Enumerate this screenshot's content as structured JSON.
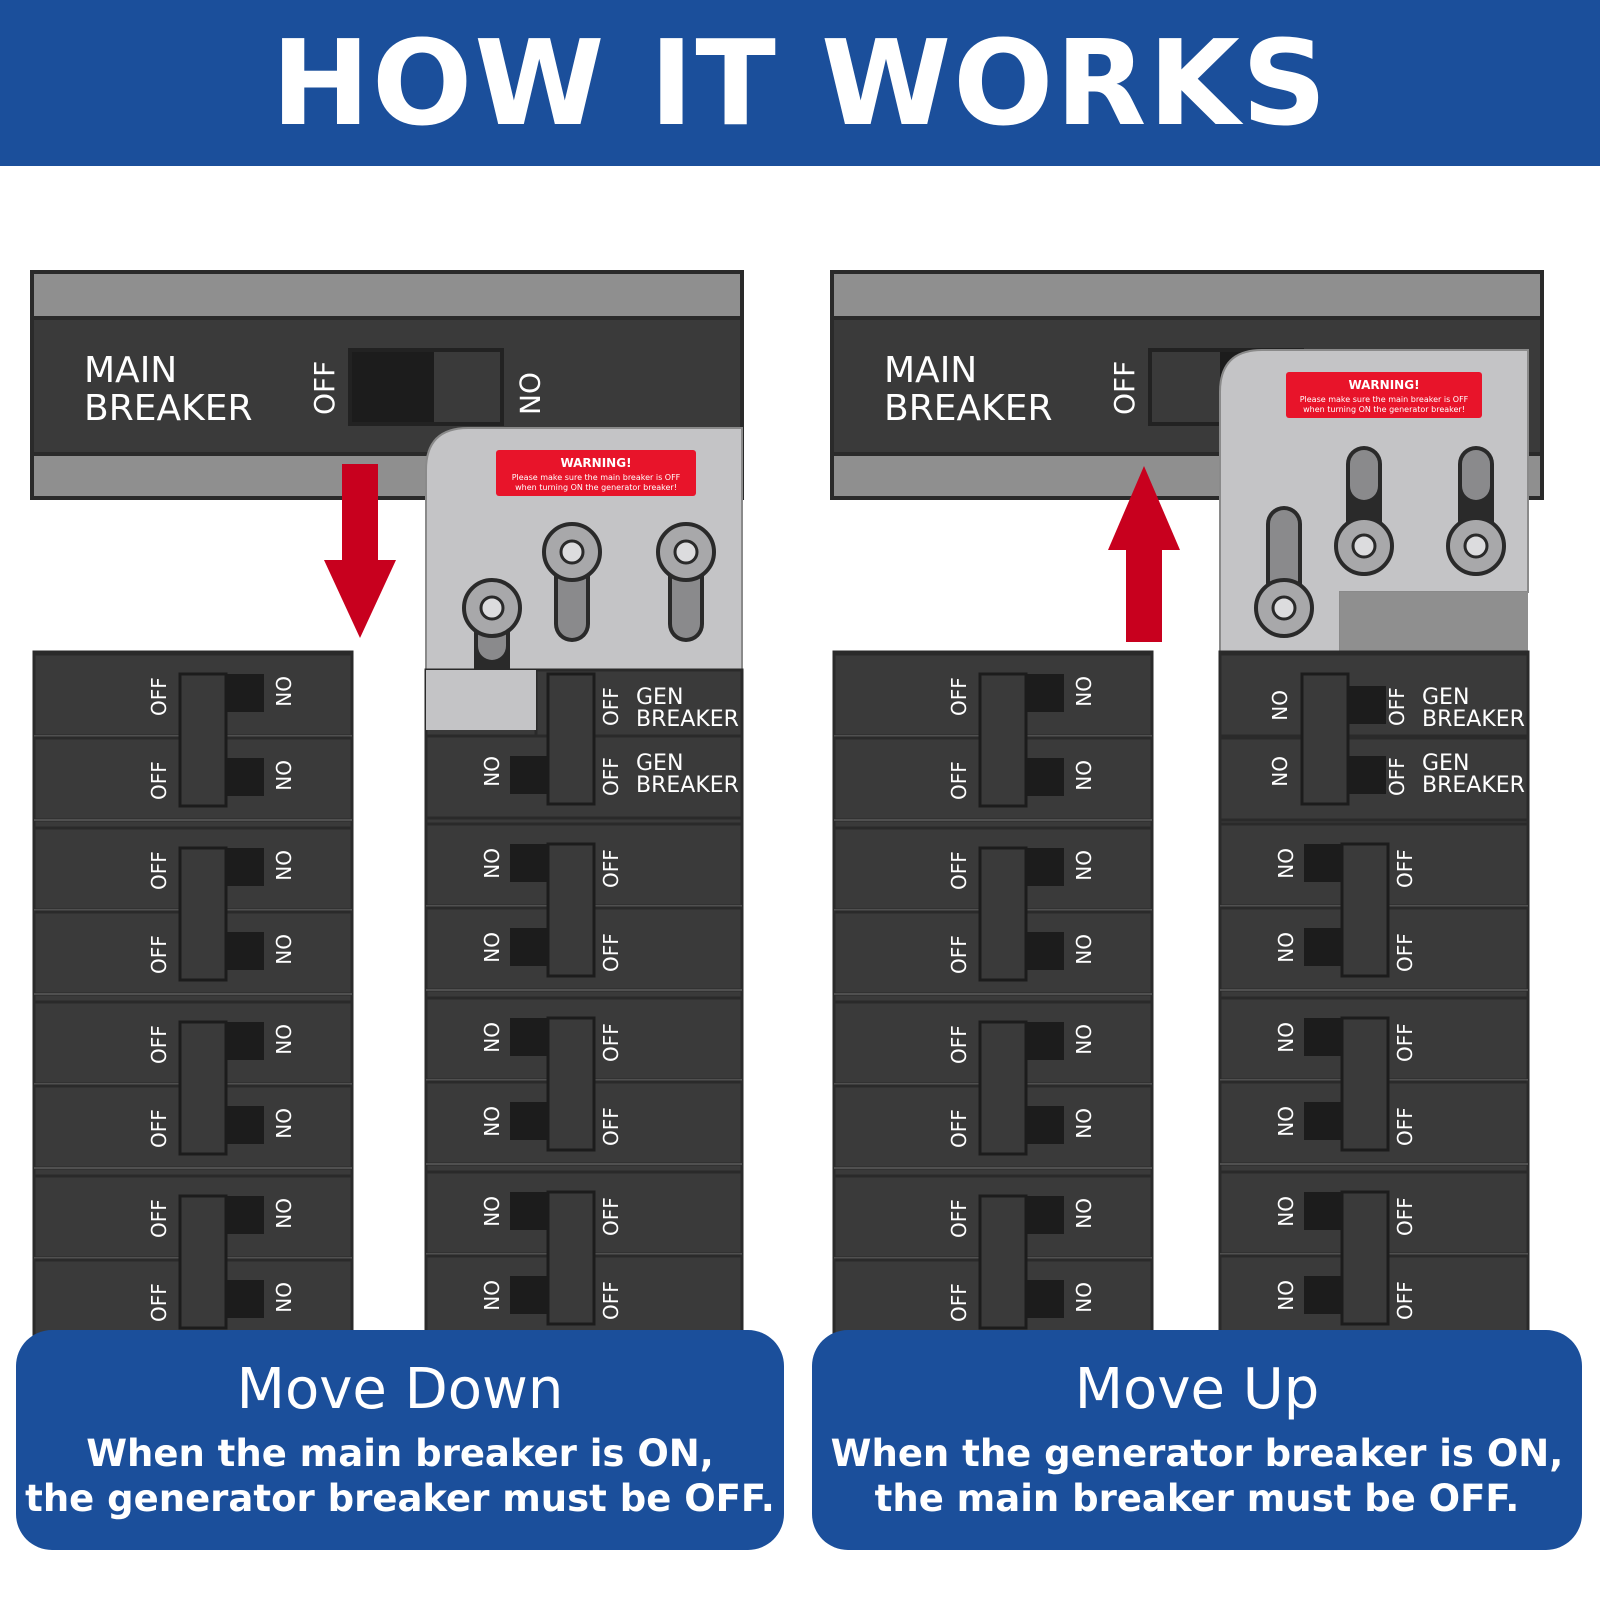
{
  "title": "HOW IT WORKS",
  "colors": {
    "brand_blue": "#1b4f9b",
    "breaker_dark": "#3a3a3a",
    "rail_gray": "#8f8f8f",
    "plate_gray": "#c4c4c6",
    "arrow_red": "#c8001e",
    "warning_red": "#e8142a"
  },
  "labels": {
    "main_line1": "MAIN",
    "main_line2": "BREAKER",
    "off": "OFF",
    "on": "ON",
    "gen_line1": "GEN",
    "gen_line2": "BREAKER",
    "warning_title": "WARNING!",
    "warning_line1": "Please make sure the main breaker is OFF",
    "warning_line2": "when turning ON the generator breaker!"
  },
  "panels": [
    {
      "caption_title": "Move Down",
      "caption_line1": "When the main breaker is ON,",
      "caption_line2": "the generator breaker must be OFF.",
      "arrow": "down-arrow-icon"
    },
    {
      "caption_title": "Move Up",
      "caption_line1": "When the generator breaker is ON,",
      "caption_line2": "the main breaker must be OFF.",
      "arrow": "up-arrow-icon"
    }
  ]
}
